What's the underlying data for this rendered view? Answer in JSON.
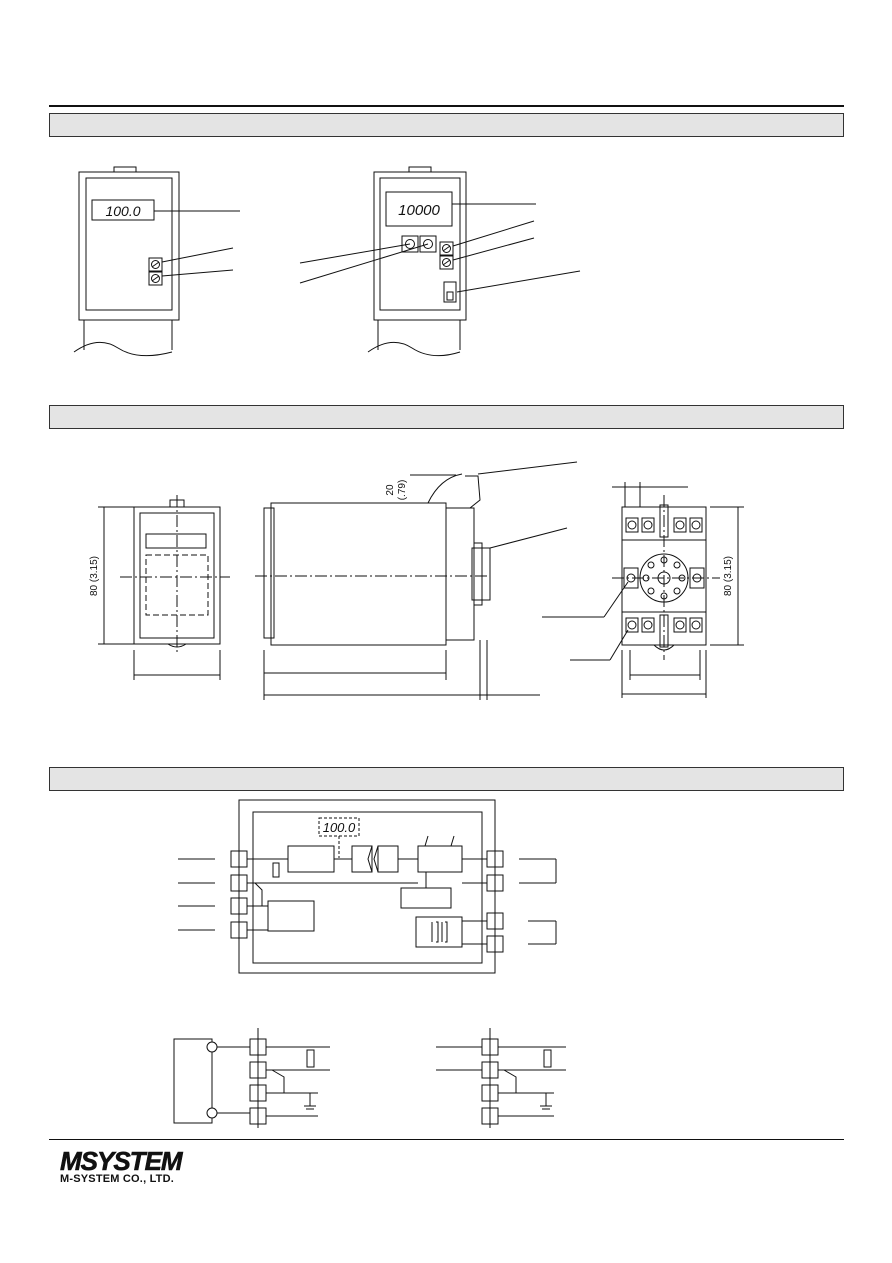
{
  "displays": {
    "left_readout": "100.0",
    "right_readout": "10000",
    "block_readout": "100.0"
  },
  "dimensions": {
    "height_label": "80 (3.15)",
    "height_label_right": "80 (3.15)",
    "rail_offset": "20",
    "rail_offset_in": "(.79)"
  },
  "footer": {
    "logo": "MSYSTEM",
    "company": "M-SYSTEM CO., LTD."
  }
}
